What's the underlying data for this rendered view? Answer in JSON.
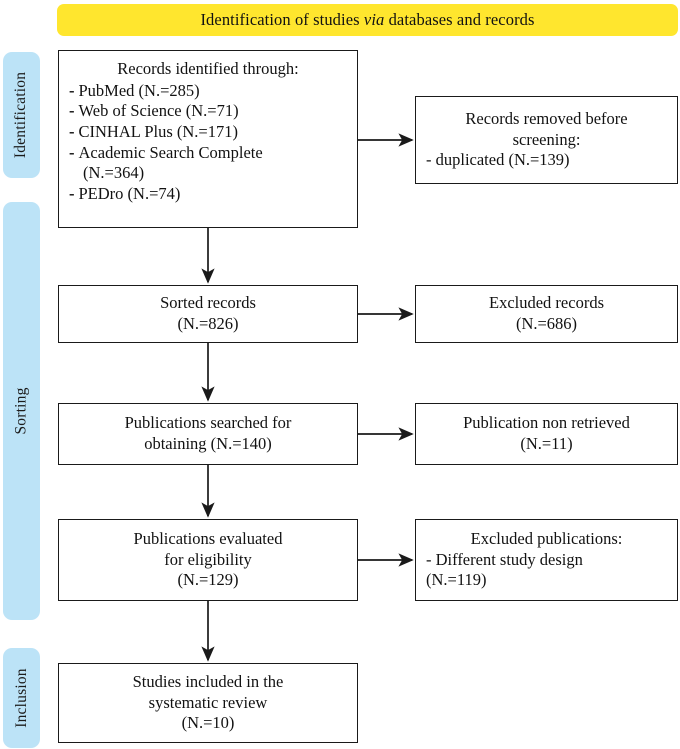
{
  "banner": {
    "text_before": "Identification of studies ",
    "text_italic": "via",
    "text_after": " databases and records"
  },
  "stages": [
    {
      "id": "identification",
      "label": "Identification"
    },
    {
      "id": "sorting",
      "label": "Sorting"
    },
    {
      "id": "inclusion",
      "label": "Inclusion"
    }
  ],
  "boxes": {
    "identified": {
      "heading": "Records identified through:",
      "items": [
        {
          "dash": "-",
          "text": "PubMed (N.=285)"
        },
        {
          "dash": "-",
          "text": "Web of Science (N.=71)"
        },
        {
          "dash": "-",
          "text": "CINHAL Plus (N.=171)"
        },
        {
          "dash": "-",
          "text": "Academic Search Complete"
        },
        {
          "dash": "-",
          "text": "PEDro (N.=74)"
        }
      ],
      "continuation": "(N.=364)"
    },
    "removed": {
      "line1": "Records removed before",
      "line2": "screening:",
      "line3": "- duplicated (N.=139)"
    },
    "sorted": {
      "line1": "Sorted records",
      "line2": "(N.=826)"
    },
    "excluded_records": {
      "line1": "Excluded records",
      "line2": "(N.=686)"
    },
    "searched": {
      "line1": "Publications searched for",
      "line2": "obtaining (N.=140)"
    },
    "non_retrieved": {
      "line1": "Publication non retrieved",
      "line2": "(N.=11)"
    },
    "evaluated": {
      "line1": "Publications evaluated",
      "line2": "for eligibility",
      "line3": "(N.=129)"
    },
    "excluded_publications": {
      "line1": "Excluded publications:",
      "line2": "- Different study design",
      "line3": "(N.=119)"
    },
    "included": {
      "line1": "Studies included in the",
      "line2": "systematic review",
      "line3": "(N.=10)"
    }
  },
  "colors": {
    "banner_yellow": "#ffe62e",
    "stage_blue": "#bce3f7",
    "stroke": "#1a1a1a"
  }
}
